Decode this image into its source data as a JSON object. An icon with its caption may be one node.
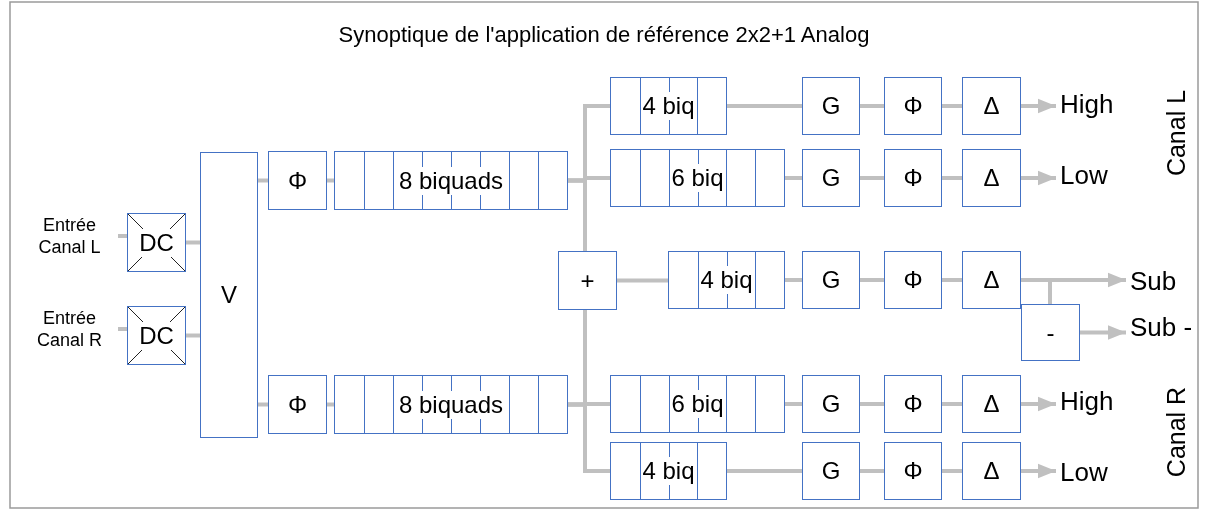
{
  "diagram": {
    "title": "Synoptique de l'application de référence 2x2+1 Analog",
    "nodes": [
      {
        "text": [
          "Entrée Canal L"
        ]
      },
      {
        "text": [
          "DC"
        ]
      },
      {
        "text": [
          "Entrée Canal R"
        ]
      },
      {
        "text": [
          "DC"
        ]
      },
      {
        "text": [
          "V"
        ]
      },
      {
        "text": [
          "Φ"
        ]
      },
      {
        "text": [
          "8 biquads"
        ]
      },
      {
        "text": [
          "Φ"
        ]
      },
      {
        "text": [
          "8 biquads"
        ]
      },
      {
        "text": [
          "+"
        ]
      },
      {
        "text": [
          "4 biq"
        ]
      },
      {
        "text": [
          "6 biq"
        ]
      },
      {
        "text": [
          "4 biq"
        ]
      },
      {
        "text": [
          "6 biq"
        ]
      },
      {
        "text": [
          "4 biq"
        ]
      },
      {
        "text": [
          "G"
        ]
      },
      {
        "text": [
          "Φ"
        ]
      },
      {
        "text": [
          "Δ"
        ]
      },
      {
        "text": [
          "G"
        ]
      },
      {
        "text": [
          "Φ"
        ]
      },
      {
        "text": [
          "Δ"
        ]
      },
      {
        "text": [
          "G"
        ]
      },
      {
        "text": [
          "Φ"
        ]
      },
      {
        "text": [
          "Δ"
        ]
      },
      {
        "text": [
          "G"
        ]
      },
      {
        "text": [
          "Φ"
        ]
      },
      {
        "text": [
          "Δ"
        ]
      },
      {
        "text": [
          "G"
        ]
      },
      {
        "text": [
          "Φ"
        ]
      },
      {
        "text": [
          "Δ"
        ]
      },
      {
        "text": [
          "-"
        ]
      },
      {
        "text": [
          "High"
        ]
      },
      {
        "text": [
          "Low"
        ]
      },
      {
        "text": [
          "Sub"
        ]
      },
      {
        "text": [
          "Sub -"
        ]
      },
      {
        "text": [
          "High"
        ]
      },
      {
        "text": [
          "Low"
        ]
      }
    ],
    "edges": [
      {
        "from": 0,
        "to": 1,
        "arrow": "none"
      },
      {
        "from": 2,
        "to": 3,
        "arrow": "none"
      },
      {
        "from": 1,
        "to": 4,
        "arrow": "none"
      },
      {
        "from": 3,
        "to": 4,
        "arrow": "none"
      },
      {
        "from": 4,
        "to": 5,
        "arrow": "none"
      },
      {
        "from": 4,
        "to": 7,
        "arrow": "none"
      },
      {
        "from": 5,
        "to": 6,
        "arrow": "none"
      },
      {
        "from": 7,
        "to": 8,
        "arrow": "none"
      },
      {
        "from": 6,
        "to": 10,
        "arrow": "none"
      },
      {
        "from": 6,
        "to": 11,
        "arrow": "none"
      },
      {
        "from": 6,
        "to": 9,
        "arrow": "none"
      },
      {
        "from": 8,
        "to": 9,
        "arrow": "none"
      },
      {
        "from": 8,
        "to": 13,
        "arrow": "none"
      },
      {
        "from": 8,
        "to": 14,
        "arrow": "none"
      },
      {
        "from": 9,
        "to": 12,
        "arrow": "none"
      },
      {
        "from": 10,
        "to": 15,
        "arrow": "none"
      },
      {
        "from": 15,
        "to": 16,
        "arrow": "none"
      },
      {
        "from": 16,
        "to": 17,
        "arrow": "none"
      },
      {
        "from": 11,
        "to": 18,
        "arrow": "none"
      },
      {
        "from": 18,
        "to": 19,
        "arrow": "none"
      },
      {
        "from": 19,
        "to": 20,
        "arrow": "none"
      },
      {
        "from": 12,
        "to": 21,
        "arrow": "none"
      },
      {
        "from": 21,
        "to": 22,
        "arrow": "none"
      },
      {
        "from": 22,
        "to": 23,
        "arrow": "none"
      },
      {
        "from": 13,
        "to": 24,
        "arrow": "none"
      },
      {
        "from": 24,
        "to": 25,
        "arrow": "none"
      },
      {
        "from": 25,
        "to": 26,
        "arrow": "none"
      },
      {
        "from": 14,
        "to": 27,
        "arrow": "none"
      },
      {
        "from": 27,
        "to": 28,
        "arrow": "none"
      },
      {
        "from": 28,
        "to": 29,
        "arrow": "none"
      },
      {
        "from": 17,
        "to": 31,
        "arrow": "to"
      },
      {
        "from": 20,
        "to": 32,
        "arrow": "to"
      },
      {
        "from": 23,
        "to": 33,
        "arrow": "to"
      },
      {
        "from": 23,
        "to": 30,
        "arrow": "none"
      },
      {
        "from": 30,
        "to": 34,
        "arrow": "to"
      },
      {
        "from": 26,
        "to": 35,
        "arrow": "to"
      },
      {
        "from": 29,
        "to": 36,
        "arrow": "to"
      }
    ],
    "labels": [
      "Canal L",
      "Canal R"
    ]
  }
}
